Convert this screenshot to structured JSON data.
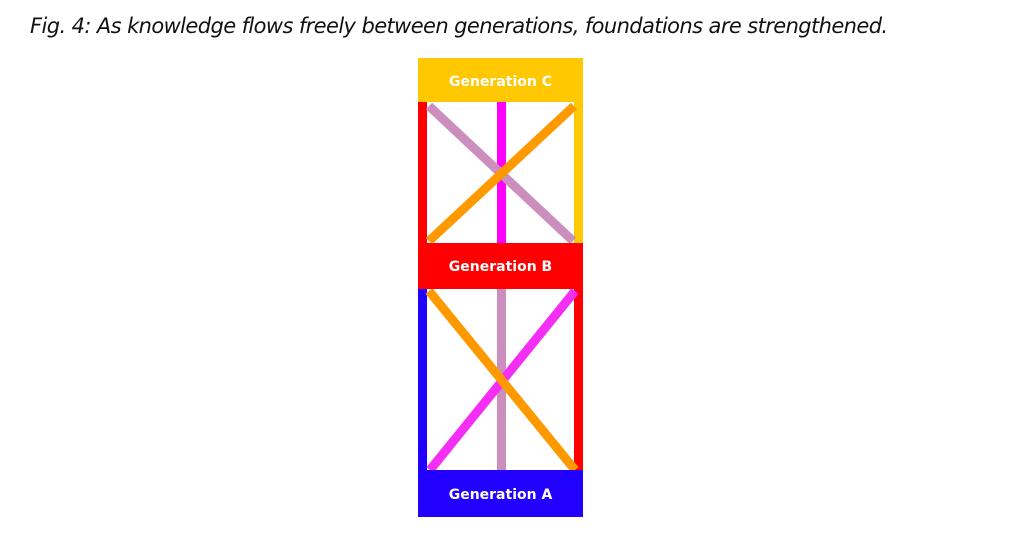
{
  "caption": "Fig. 4: As knowledge flows freely between generations, foundations are strengthened.",
  "generations": [
    {
      "label": "Generation C",
      "color": "#ffc800"
    },
    {
      "label": "Generation B",
      "color": "#ff0000"
    },
    {
      "label": "Generation A",
      "color": "#2200ff"
    }
  ],
  "colors": {
    "magenta": "#ff00ff",
    "lavender": "#cc8fbd",
    "orange": "#ff9900",
    "pink": "#f52ef5"
  }
}
